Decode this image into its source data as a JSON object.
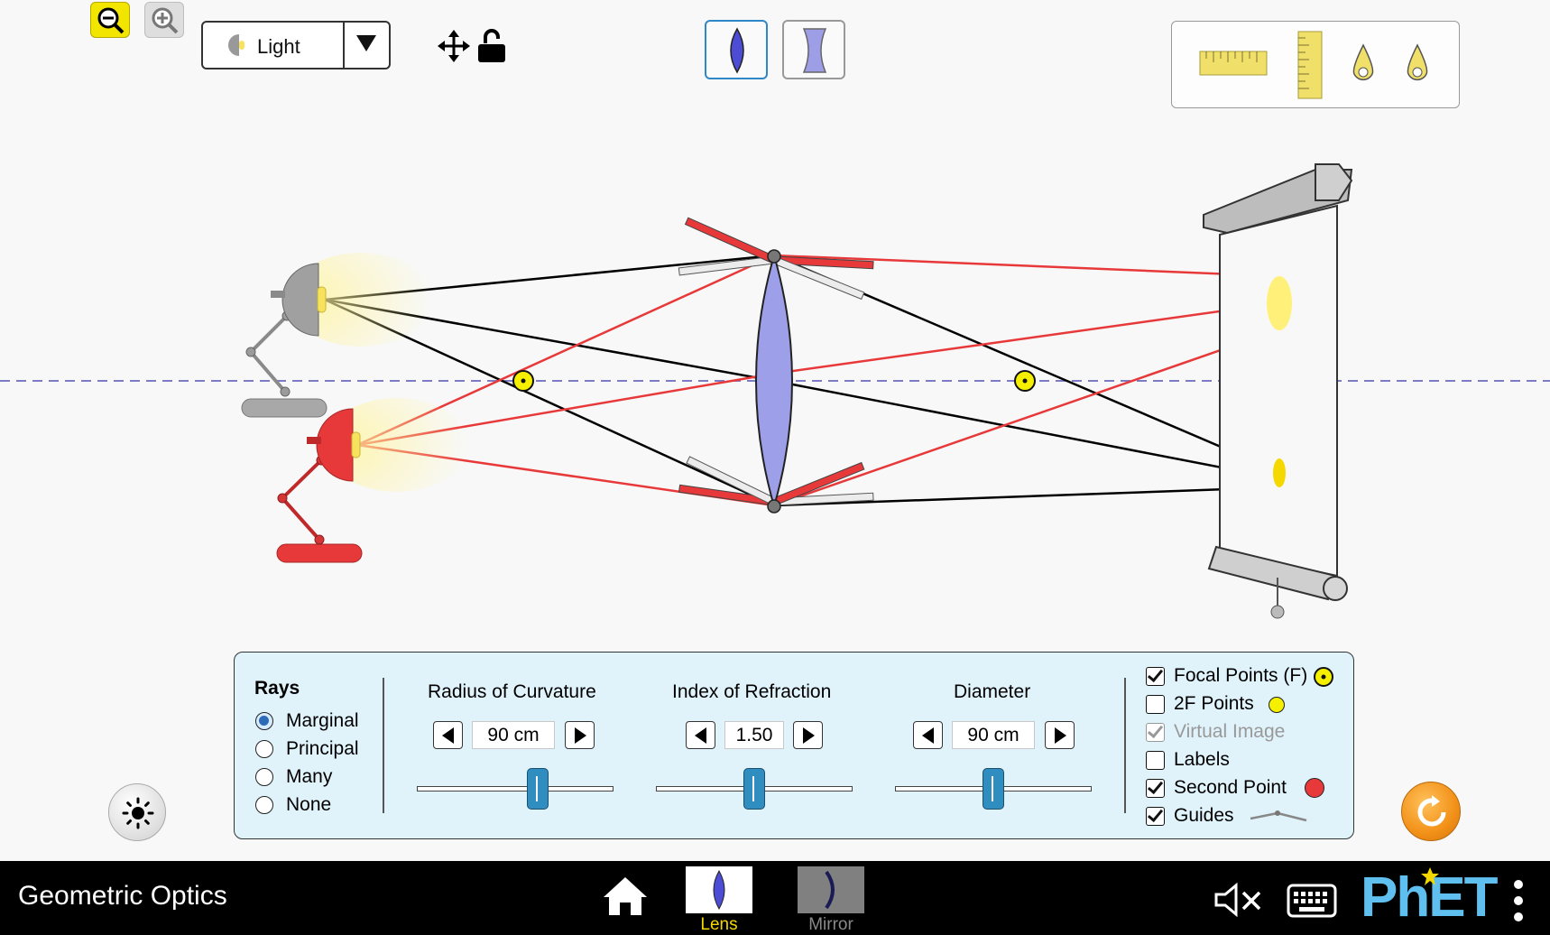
{
  "toolbar": {
    "zoom_out_icon": "zoom-out-icon",
    "zoom_in_icon": "zoom-in-icon",
    "source_selector": {
      "selected": "Light"
    },
    "move_icon": "move-icon",
    "lock_icon": "unlock-icon",
    "lens_types": [
      "convex-lens",
      "concave-lens"
    ]
  },
  "toolbox": {
    "tools": [
      "horizontal-ruler-icon",
      "vertical-ruler-icon",
      "light-sensor-icon",
      "light-sensor-icon"
    ]
  },
  "controls": {
    "rays": {
      "title": "Rays",
      "options": [
        "Marginal",
        "Principal",
        "Many",
        "None"
      ],
      "selected": "Marginal"
    },
    "radius": {
      "label": "Radius of Curvature",
      "value": "90 cm",
      "fraction": 0.62
    },
    "index": {
      "label": "Index of Refraction",
      "value": "1.50",
      "fraction": 0.5
    },
    "diameter": {
      "label": "Diameter",
      "value": "90 cm",
      "fraction": 0.5
    },
    "checkboxes": {
      "focal": {
        "label": "Focal Points (F)",
        "checked": true
      },
      "twof": {
        "label": "2F Points",
        "checked": false
      },
      "virtual": {
        "label": "Virtual Image",
        "checked": true,
        "disabled": true
      },
      "labels": {
        "label": "Labels",
        "checked": false
      },
      "second": {
        "label": "Second Point",
        "checked": true
      },
      "guides": {
        "label": "Guides",
        "checked": true
      }
    }
  },
  "colors": {
    "accent_yellow": "#f5f000",
    "ray_red": "#e8393a",
    "lens_blue": "#9da0e8",
    "panel_bg": "#e0f3fb",
    "nav_bg": "#000000",
    "reset_orange": "#f29118"
  },
  "navbar": {
    "title": "Geometric Optics",
    "screens": [
      {
        "label": "Lens",
        "active": true
      },
      {
        "label": "Mirror",
        "active": false
      }
    ],
    "brand": "PhET"
  }
}
